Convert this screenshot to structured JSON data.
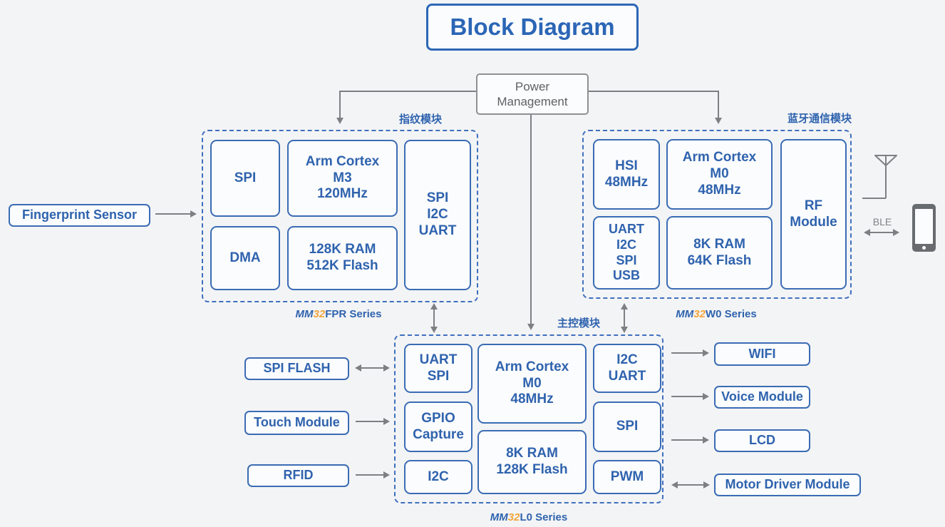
{
  "title": {
    "label": "Block Diagram"
  },
  "power": {
    "label": "Power\nManagement"
  },
  "peripherals": {
    "fingerprint": "Fingerprint Sensor",
    "spi_flash": "SPI FLASH",
    "touch": "Touch Module",
    "rfid": "RFID",
    "wifi": "WIFI",
    "voice": "Voice Module",
    "lcd": "LCD",
    "motor": "Motor Driver Module",
    "ble": "BLE"
  },
  "fpr_module": {
    "group_label": "指纹模块",
    "series_mm": "MM",
    "series_num": "32",
    "series_rest": "FPR Series",
    "blocks": {
      "spi": "SPI",
      "core": "Arm Cortex\nM3\n120MHz",
      "dma": "DMA",
      "memory": "128K RAM\n512K Flash",
      "interfaces": "SPI\nI2C\nUART"
    }
  },
  "w0_module": {
    "group_label": "蓝牙通信模块",
    "series_mm": "MM",
    "series_num": "32",
    "series_rest": "W0 Series",
    "blocks": {
      "hsi": "HSI\n48MHz",
      "core": "Arm Cortex\nM0\n48MHz",
      "interfaces": "UART\nI2C\nSPI\nUSB",
      "memory": "8K RAM\n64K Flash",
      "rf": "RF\nModule"
    }
  },
  "l0_module": {
    "group_label": "主控模块",
    "series_mm": "MM",
    "series_num": "32",
    "series_rest": "L0 Series",
    "blocks": {
      "uart_spi": "UART\nSPI",
      "core": "Arm Cortex\nM0\n48MHz",
      "i2c_uart": "I2C\nUART",
      "gpio": "GPIO\nCapture",
      "spi": "SPI",
      "i2c": "I2C",
      "memory": "8K RAM\n128K Flash",
      "pwm": "PWM"
    }
  },
  "colors": {
    "accent_blue": "#2f63ae",
    "dashed_blue": "#3f6fbd",
    "orange": "#f2a43a",
    "connector_gray": "#7d8083",
    "background": "#f3f4f6"
  }
}
